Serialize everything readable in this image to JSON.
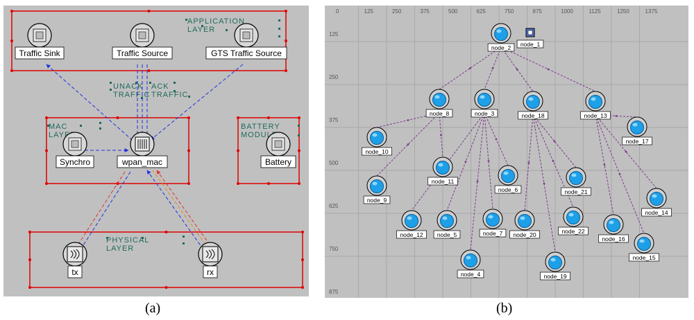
{
  "panel_a": {
    "caption": "(a)",
    "layers": {
      "application": "APPLICATION\nLAYER",
      "mac": "MAC\nLAYER",
      "battery": "BATTERY\nMODULE",
      "physical": "PHYSICAL\nLAYER"
    },
    "links": {
      "unack": "UNACK\nTRAFFIC",
      "ack": "ACK\nTRAFFIC"
    },
    "modules": [
      {
        "id": "traffic_sink",
        "label": "Traffic Sink",
        "kind": "processor"
      },
      {
        "id": "traffic_source",
        "label": "Traffic Source",
        "kind": "processor"
      },
      {
        "id": "gts_traffic_source",
        "label": "GTS Traffic Source",
        "kind": "processor"
      },
      {
        "id": "synchro",
        "label": "Synchro",
        "kind": "processor"
      },
      {
        "id": "wpan_mac",
        "label": "wpan_mac",
        "kind": "queue"
      },
      {
        "id": "battery",
        "label": "Battery",
        "kind": "processor"
      },
      {
        "id": "tx",
        "label": "tx",
        "kind": "transmitter"
      },
      {
        "id": "rx",
        "label": "rx",
        "kind": "receiver"
      }
    ]
  },
  "panel_b": {
    "caption": "(b)",
    "x_ticks": [
      "0",
      "125",
      "250",
      "375",
      "500",
      "625",
      "750",
      "875",
      "1000",
      "1125",
      "1250",
      "1375"
    ],
    "y_ticks": [
      "125",
      "250",
      "375",
      "500",
      "625",
      "750",
      "875"
    ],
    "coordinator": {
      "label": "node_1"
    },
    "nodes": [
      {
        "label": "node_2",
        "parent": null
      },
      {
        "label": "node_8",
        "parent": "node_2"
      },
      {
        "label": "node_3",
        "parent": "node_2"
      },
      {
        "label": "node_18",
        "parent": "node_2"
      },
      {
        "label": "node_13",
        "parent": "node_2"
      },
      {
        "label": "node_10",
        "parent": "node_8"
      },
      {
        "label": "node_9",
        "parent": "node_8"
      },
      {
        "label": "node_11",
        "parent": "node_8"
      },
      {
        "label": "node_12",
        "parent": "node_3"
      },
      {
        "label": "node_5",
        "parent": "node_3"
      },
      {
        "label": "node_4",
        "parent": "node_3"
      },
      {
        "label": "node_6",
        "parent": "node_3"
      },
      {
        "label": "node_7",
        "parent": "node_3"
      },
      {
        "label": "node_20",
        "parent": "node_18"
      },
      {
        "label": "node_19",
        "parent": "node_18"
      },
      {
        "label": "node_21",
        "parent": "node_18"
      },
      {
        "label": "node_22",
        "parent": "node_18"
      },
      {
        "label": "node_17",
        "parent": "node_13"
      },
      {
        "label": "node_14",
        "parent": "node_13"
      },
      {
        "label": "node_16",
        "parent": "node_13"
      },
      {
        "label": "node_15",
        "parent": "node_13"
      }
    ]
  },
  "colors": {
    "panel_bg": "#c0c0c0",
    "layer_border": "#e00000",
    "layer_text": "#1f6a5a",
    "link_blue": "#2030e0",
    "link_red": "#e03030",
    "link_orange": "#e08a20",
    "node_blue": "#1ea0e8",
    "tree_link": "#7a3a8a",
    "grid": "#a8a8a8"
  }
}
